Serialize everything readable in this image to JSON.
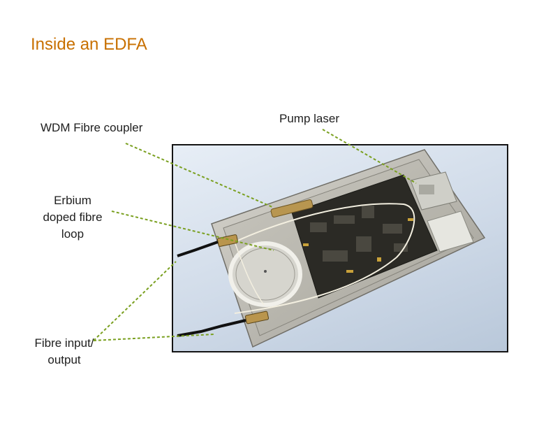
{
  "title": "Inside an EDFA",
  "labels": {
    "wdm_coupler": "WDM Fibre coupler",
    "pump_laser": "Pump laser",
    "erbium_loop": [
      "Erbium",
      "doped fibre",
      "loop"
    ],
    "fibre_io": [
      "Fibre input/",
      "output"
    ]
  },
  "colors": {
    "title": "#c87000",
    "leader_line": "#7aa020",
    "label_text": "#1e1e1e",
    "photo_border": "#141414"
  }
}
